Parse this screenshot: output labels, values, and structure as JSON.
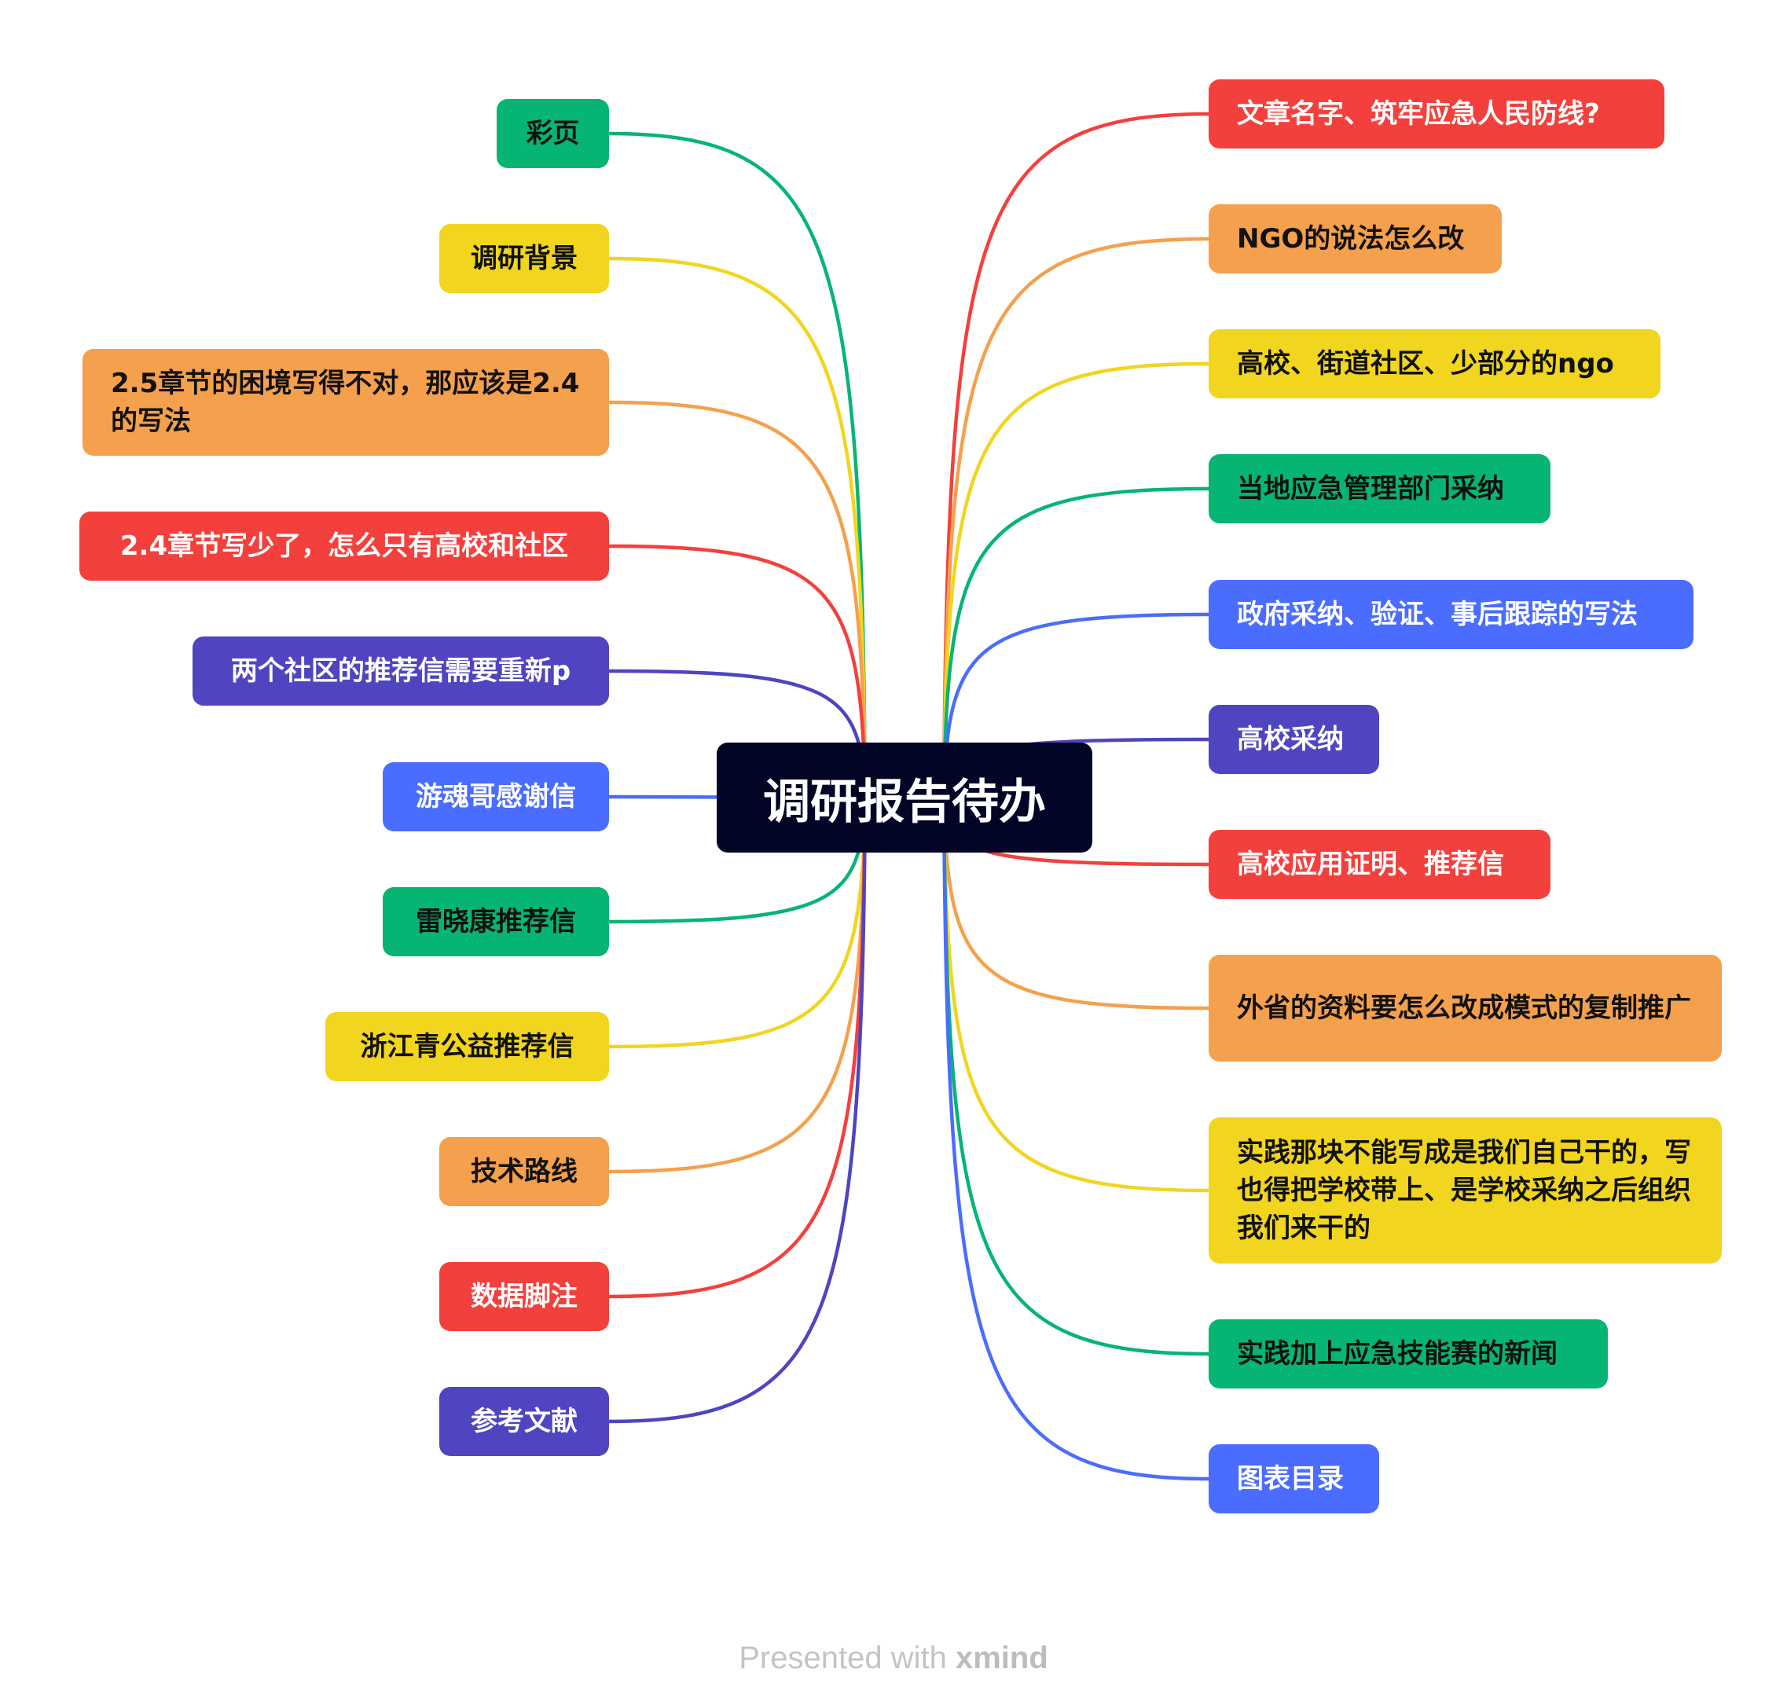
{
  "mindmap": {
    "central": "调研报告待办",
    "left_topics": [
      {
        "label": "彩页",
        "color": "#06b574"
      },
      {
        "label": "调研背景",
        "color": "#f1d51f"
      },
      {
        "label": "2.5章节的困境写得不对，那应该是2.4的写法",
        "color": "#f5a04c"
      },
      {
        "label": "2.4章节写少了，怎么只有高校和社区",
        "color": "#f4403c"
      },
      {
        "label": "两个社区的推荐信需要重新p",
        "color": "#4f45c0"
      },
      {
        "label": "游魂哥感谢信",
        "color": "#4a6dff"
      },
      {
        "label": "雷晓康推荐信",
        "color": "#06b574"
      },
      {
        "label": "浙江青公益推荐信",
        "color": "#f1d51f"
      },
      {
        "label": "技术路线",
        "color": "#f5a04c"
      },
      {
        "label": "数据脚注",
        "color": "#f4403c"
      },
      {
        "label": "参考文献",
        "color": "#4f45c0"
      }
    ],
    "right_topics": [
      {
        "label": "文章名字、筑牢应急人民防线?",
        "color": "#f4403c"
      },
      {
        "label": "NGO的说法怎么改",
        "color": "#f5a04c"
      },
      {
        "label": "高校、街道社区、少部分的ngo",
        "color": "#f1d51f"
      },
      {
        "label": "当地应急管理部门采纳",
        "color": "#06b574"
      },
      {
        "label": "政府采纳、验证、事后跟踪的写法",
        "color": "#4a6dff"
      },
      {
        "label": "高校采纳",
        "color": "#4f45c0"
      },
      {
        "label": "高校应用证明、推荐信",
        "color": "#f4403c"
      },
      {
        "label": "外省的资料要怎么改成模式的复制推广",
        "color": "#f5a04c"
      },
      {
        "label": "实践那块不能写成是我们自己干的，写也得把学校带上、是学校采纳之后组织我们来干的",
        "color": "#f1d51f"
      },
      {
        "label": "实践加上应急技能赛的新闻",
        "color": "#06b574"
      },
      {
        "label": "图表目录",
        "color": "#4a6dff"
      }
    ]
  },
  "footer": {
    "prefix": "Presented with",
    "brand": "xmind"
  }
}
